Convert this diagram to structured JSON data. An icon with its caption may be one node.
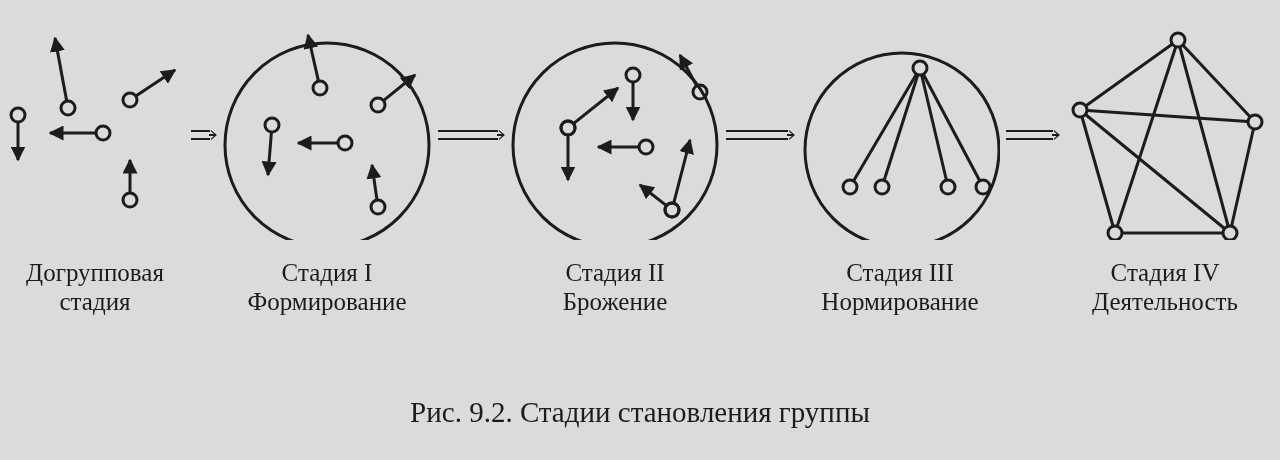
{
  "diagram": {
    "caption": "Рис. 9.2. Стадии становления группы",
    "nodes": [
      {
        "text": [
          "Догрупповая стадия"
        ]
      },
      {
        "text": [
          "Стадия I Формирование"
        ]
      },
      {
        "text": [
          "Стадия II Брожение"
        ]
      },
      {
        "text": [
          "Стадия III Нормирование"
        ]
      },
      {
        "text": [
          "Стадия IV Деятельность"
        ]
      }
    ],
    "edges": [
      {
        "from": 0,
        "to": 1,
        "arrow": "to"
      },
      {
        "from": 1,
        "to": 2,
        "arrow": "to"
      },
      {
        "from": 2,
        "to": 3,
        "arrow": "to"
      },
      {
        "from": 3,
        "to": 4,
        "arrow": "to"
      }
    ]
  }
}
